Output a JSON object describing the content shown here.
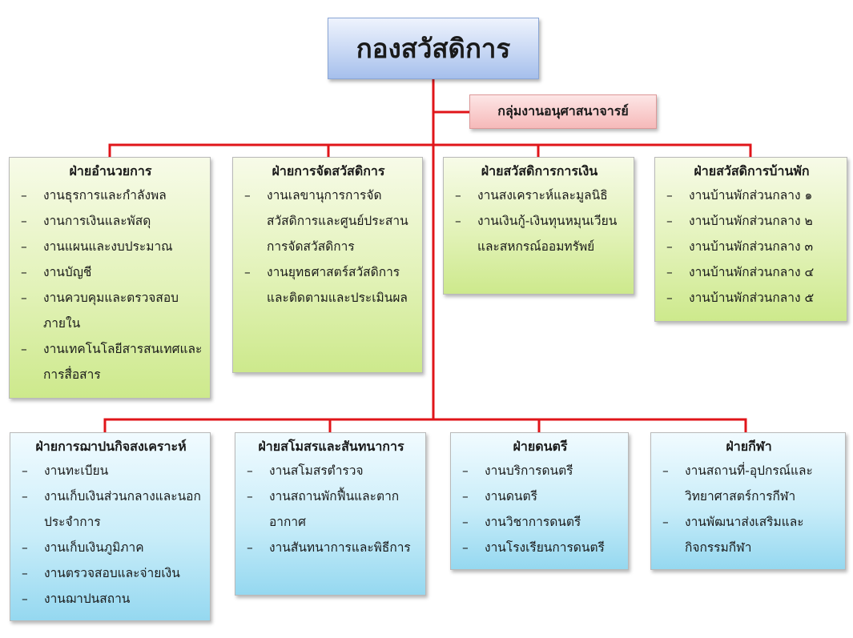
{
  "main_title": "กองสวัสดิการ",
  "sub_unit": "กลุ่มงานอนุศาสนาจารย์",
  "top_divisions": [
    {
      "title": "ฝ่ายอำนวยการ",
      "items": [
        "งานธุรการและกำลังพล",
        "งานการเงินและพัสดุ",
        "งานแผนและงบประมาณ",
        "งานบัญชี",
        "งานควบคุมและตรวจสอบภายใน",
        "งานเทคโนโลยีสารสนเทศและการสื่อสาร"
      ]
    },
    {
      "title": "ฝ่ายการจัดสวัสดิการ",
      "items": [
        "งานเลขานุการการจัดสวัสดิการและศูนย์ประสานการจัดสวัสดิการ",
        "งานยุทธศาสตร์สวัสดิการและติดตามและประเมินผล"
      ]
    },
    {
      "title": "ฝ่ายสวัสดิการการเงิน",
      "items": [
        "งานสงเคราะห์และมูลนิธิ",
        "งานเงินกู้-เงินทุนหมุนเวียนและสหกรณ์ออมทรัพย์"
      ]
    },
    {
      "title": "ฝ่ายสวัสดิการบ้านพัก",
      "items": [
        "งานบ้านพักส่วนกลาง ๑",
        "งานบ้านพักส่วนกลาง ๒",
        "งานบ้านพักส่วนกลาง ๓",
        "งานบ้านพักส่วนกลาง ๔",
        "งานบ้านพักส่วนกลาง ๕"
      ]
    }
  ],
  "bottom_divisions": [
    {
      "title": "ฝ่ายการฌาปนกิจสงเคราะห์",
      "items": [
        "งานทะเบียน",
        "งานเก็บเงินส่วนกลางและนอกประจำการ",
        "งานเก็บเงินภูมิภาค",
        "งานตรวจสอบและจ่ายเงิน",
        "งานฌาปนสถาน"
      ]
    },
    {
      "title": "ฝ่ายสโมสรและสันทนาการ",
      "items": [
        "งานสโมสรตำรวจ",
        "งานสถานพักฟื้นและตากอากาศ",
        "งานสันทนาการและพิธีการ"
      ]
    },
    {
      "title": "ฝ่ายดนตรี",
      "items": [
        "งานบริการดนตรี",
        "งานดนตรี",
        "งานวิชาการดนตรี",
        "งานโรงเรียนการดนตรี"
      ]
    },
    {
      "title": "ฝ่ายกีฬา",
      "items": [
        "งานสถานที่-อุปกรณ์และวิทยาศาสตร์การกีฬา",
        "งานพัฒนาส่งเสริมและกิจกรรมกีฬา"
      ]
    }
  ],
  "colors": {
    "connector": "#e0151a",
    "main_box": "#c4d5f3",
    "sub_box": "#f6b9b9",
    "top_boxes": "#e2f2b8",
    "bottom_boxes": "#c9edf9"
  }
}
